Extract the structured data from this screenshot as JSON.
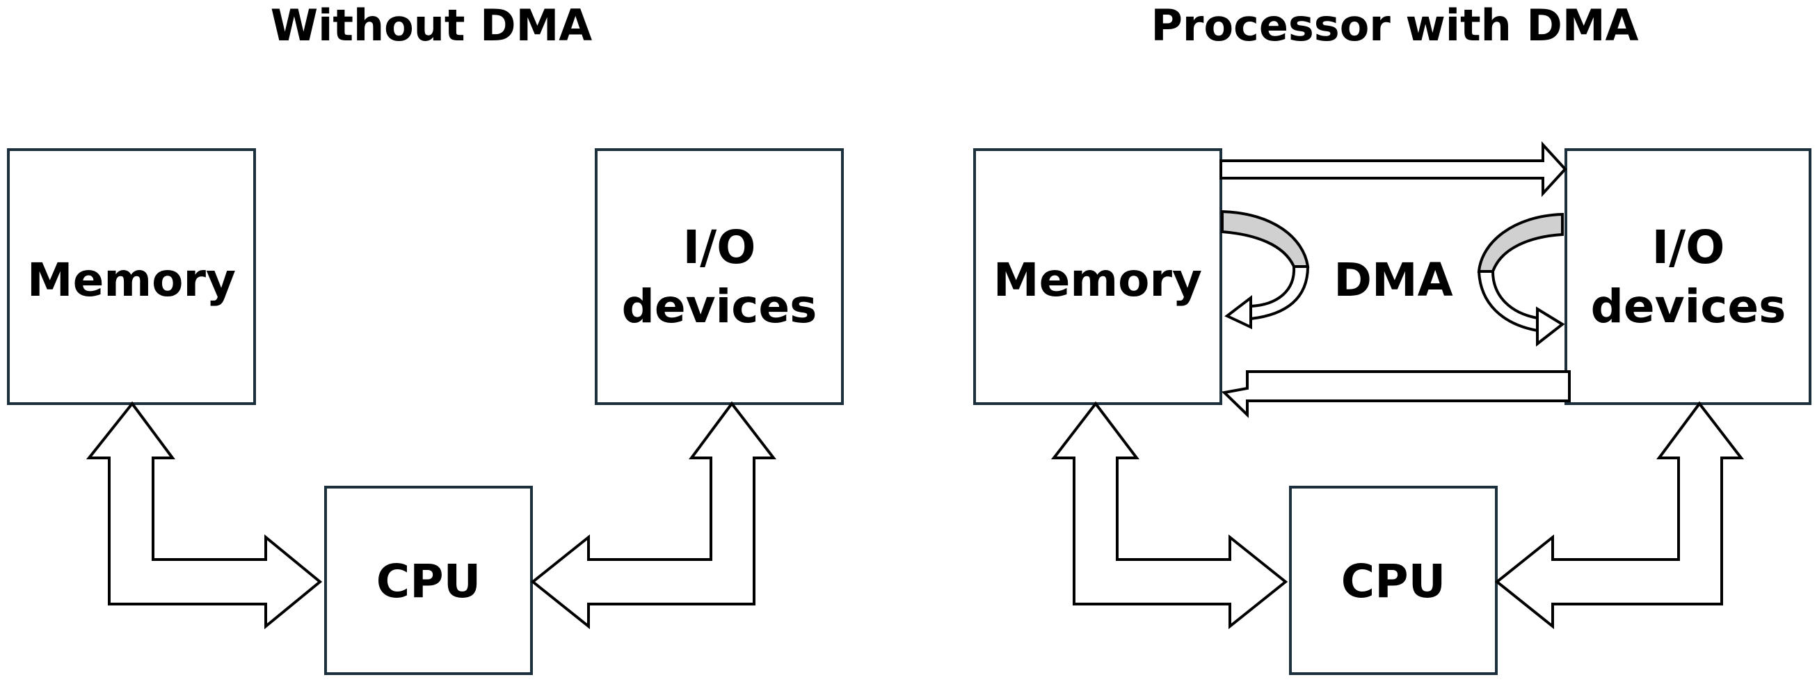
{
  "left_diagram": {
    "title": "Without DMA",
    "memory_label": "Memory",
    "io_label_line1": "I/O",
    "io_label_line2": "devices",
    "cpu_label": "CPU"
  },
  "right_diagram": {
    "title": "Processor with DMA",
    "memory_label": "Memory",
    "io_label_line1": "I/O",
    "io_label_line2": "devices",
    "cpu_label": "CPU",
    "dma_label": "DMA"
  },
  "colors": {
    "box_border": "#1b2f3d",
    "arc_fill": "#d0d0d0"
  }
}
